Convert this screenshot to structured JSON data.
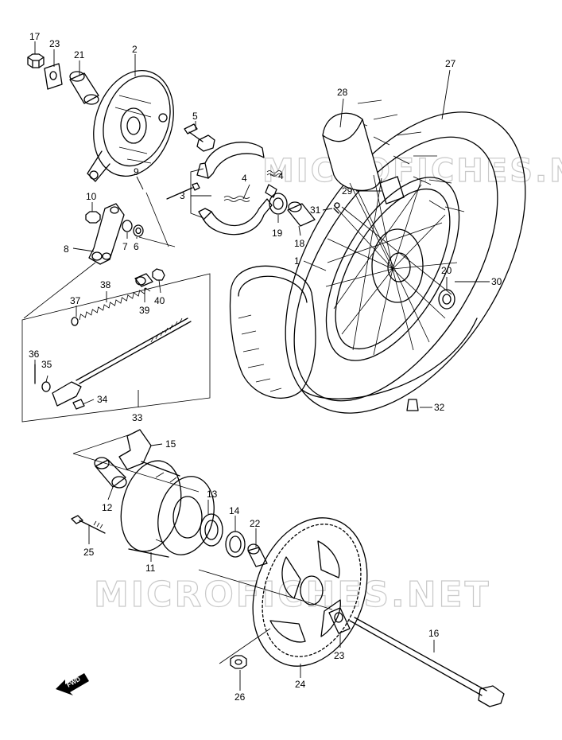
{
  "watermark": "MICROFICHES.NET",
  "fwd_label": "FWD",
  "callouts": [
    {
      "id": "c17",
      "text": "17"
    },
    {
      "id": "c23a",
      "text": "23"
    },
    {
      "id": "c21",
      "text": "21"
    },
    {
      "id": "c2",
      "text": "2"
    },
    {
      "id": "c5",
      "text": "5"
    },
    {
      "id": "c9",
      "text": "9"
    },
    {
      "id": "c10",
      "text": "10"
    },
    {
      "id": "c3",
      "text": "3"
    },
    {
      "id": "c4a",
      "text": "4"
    },
    {
      "id": "c4b",
      "text": "4"
    },
    {
      "id": "c7",
      "text": "7"
    },
    {
      "id": "c6",
      "text": "6"
    },
    {
      "id": "c8",
      "text": "8"
    },
    {
      "id": "c38",
      "text": "38"
    },
    {
      "id": "c37",
      "text": "37"
    },
    {
      "id": "c39",
      "text": "39"
    },
    {
      "id": "c40",
      "text": "40"
    },
    {
      "id": "c36",
      "text": "36"
    },
    {
      "id": "c35",
      "text": "35"
    },
    {
      "id": "c34",
      "text": "34"
    },
    {
      "id": "c33",
      "text": "33"
    },
    {
      "id": "c27",
      "text": "27"
    },
    {
      "id": "c28",
      "text": "28"
    },
    {
      "id": "c29",
      "text": "29"
    },
    {
      "id": "c31",
      "text": "31"
    },
    {
      "id": "c19",
      "text": "19"
    },
    {
      "id": "c18",
      "text": "18"
    },
    {
      "id": "c1",
      "text": "1"
    },
    {
      "id": "c20",
      "text": "20"
    },
    {
      "id": "c30",
      "text": "30"
    },
    {
      "id": "c32",
      "text": "32"
    },
    {
      "id": "c15",
      "text": "15"
    },
    {
      "id": "c13",
      "text": "13"
    },
    {
      "id": "c12",
      "text": "12"
    },
    {
      "id": "c14",
      "text": "14"
    },
    {
      "id": "c22",
      "text": "22"
    },
    {
      "id": "c25",
      "text": "25"
    },
    {
      "id": "c11",
      "text": "11"
    },
    {
      "id": "c16",
      "text": "16"
    },
    {
      "id": "c23b",
      "text": "23"
    },
    {
      "id": "c24",
      "text": "24"
    },
    {
      "id": "c26",
      "text": "26"
    }
  ]
}
